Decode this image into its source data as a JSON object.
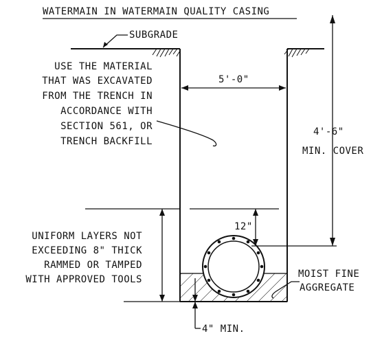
{
  "title": "WATERMAIN IN WATERMAIN QUALITY CASING",
  "labels": {
    "subgrade": "SUBGRADE",
    "trench_width": "5'-0\"",
    "min_cover_value": "4'-6\"",
    "min_cover_text": "MIN. COVER",
    "clearance": "12\"",
    "bedding_depth": "4\" MIN.",
    "backfill_note": [
      "USE THE MATERIAL",
      "THAT WAS EXCAVATED",
      "FROM THE TRENCH IN",
      "ACCORDANCE WITH",
      "SECTION 561, OR",
      "TRENCH BACKFILL"
    ],
    "layers_note": [
      "UNIFORM LAYERS NOT",
      "EXCEEDING 8\" THICK",
      "RAMMED OR TAMPED",
      "WITH APPROVED TOOLS"
    ],
    "bedding_note": [
      "MOIST FINE",
      "AGGREGATE"
    ]
  }
}
